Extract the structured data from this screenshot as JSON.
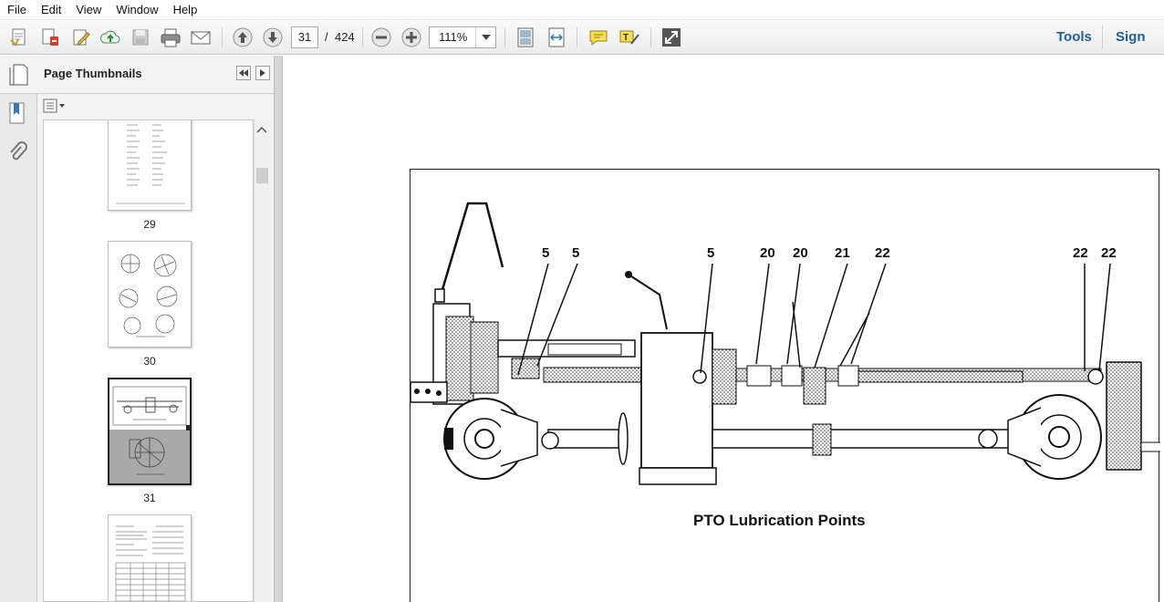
{
  "menu": [
    "File",
    "Edit",
    "View",
    "Window",
    "Help"
  ],
  "toolbar": {
    "current_page": "31",
    "page_separator": "/",
    "total_pages": "424",
    "zoom": "111%",
    "tools_label": "Tools",
    "sign_label": "Sign"
  },
  "pane": {
    "title": "Page Thumbnails"
  },
  "thumbnails": [
    {
      "label": "29"
    },
    {
      "label": "30"
    },
    {
      "label": "31"
    }
  ],
  "document": {
    "figure_title": "PTO Lubrication Points",
    "callouts": [
      "5",
      "5",
      "5",
      "20",
      "20",
      "21",
      "22",
      "22",
      "22"
    ]
  },
  "colors": {
    "accent": "#1f5f9a",
    "selected_thumb_border": "#222222"
  }
}
